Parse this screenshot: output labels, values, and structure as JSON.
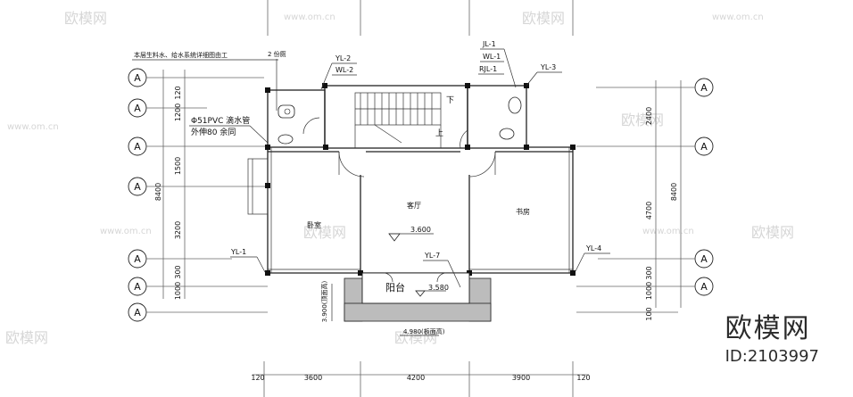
{
  "watermark": {
    "site_cn": "欧模网",
    "site_url": "www.om.cn"
  },
  "brand": {
    "logo": "欧模网",
    "id": "ID:2103997"
  },
  "axes": {
    "letter": "A"
  },
  "notes": {
    "top_note": "本层生料水、给水系统详细图由工",
    "top_note_right": "2 份厕",
    "pipe_note_line1": "Φ51PVC 滴水管",
    "pipe_note_line2": "外伸80 余同",
    "stair_down": "下",
    "stair_up": "上"
  },
  "pipe_tags": {
    "yl2": "YL-2",
    "wl2": "WL-2",
    "jl1": "JL-1",
    "wl1": "WL-1",
    "rjl1": "RJL-1",
    "yl3": "YL-3",
    "yl1": "YL-1",
    "yl4": "YL-4",
    "yl7": "YL-7"
  },
  "rooms": {
    "left": "卧室",
    "center": "客厅",
    "right": "书房",
    "balcony": "阳台"
  },
  "levels": {
    "center": "3.600",
    "balcony": "3.580",
    "left_vert": "3.900(顶面高)",
    "bottom": "4.980(板面高)"
  },
  "dims": {
    "left_stack": [
      "120",
      "1200",
      "1500",
      "3200",
      "300",
      "1000"
    ],
    "left_total": "8400",
    "right_stack": [
      "2400",
      "4700",
      "300",
      "1000",
      "100"
    ],
    "right_total": "8400",
    "bottom": [
      "120",
      "3600",
      "4200",
      "3900",
      "120"
    ]
  }
}
